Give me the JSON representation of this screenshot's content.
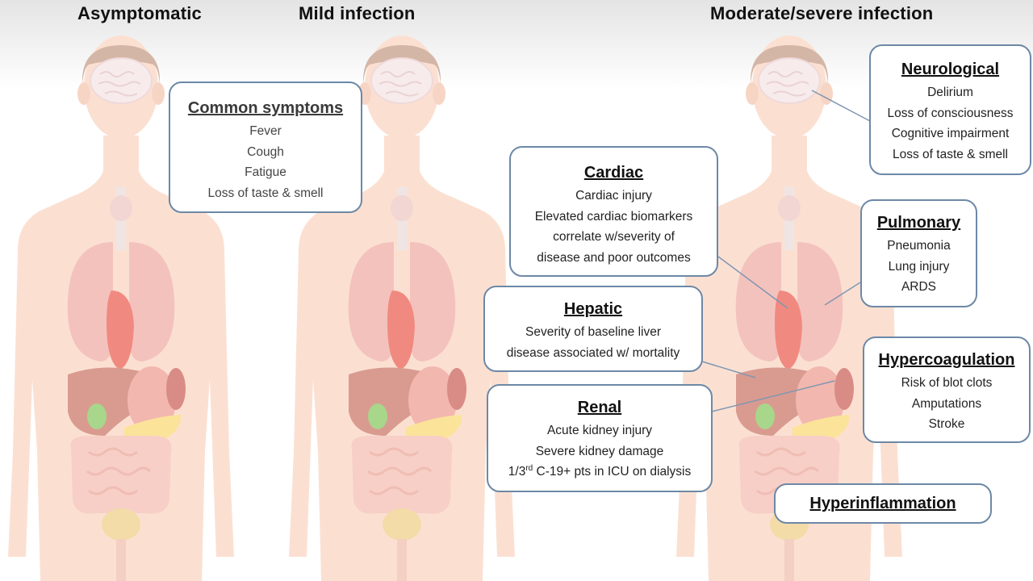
{
  "headings": {
    "asymptomatic": "Asymptomatic",
    "mild": "Mild infection",
    "severe": "Moderate/severe infection"
  },
  "boxes": {
    "common": {
      "title": "Common symptoms",
      "lines": [
        "Fever",
        "Cough",
        "Fatigue",
        "Loss of taste & smell"
      ]
    },
    "cardiac": {
      "title": "Cardiac",
      "lines": [
        "Cardiac injury",
        "Elevated cardiac biomarkers",
        "correlate w/severity of",
        "disease and poor outcomes"
      ]
    },
    "hepatic": {
      "title": "Hepatic",
      "lines": [
        "Severity of baseline liver",
        "disease associated w/ mortality"
      ]
    },
    "renal": {
      "title": "Renal",
      "lines": [
        "Acute kidney injury",
        "Severe kidney damage"
      ],
      "last_line_prefix": "1/3",
      "last_line_sup": "rd",
      "last_line_suffix": " C-19+ pts in ICU on dialysis"
    },
    "neurological": {
      "title": "Neurological",
      "lines": [
        "Delirium",
        "Loss of consciousness",
        "Cognitive impairment",
        "Loss of taste & smell"
      ]
    },
    "pulmonary": {
      "title": "Pulmonary",
      "lines": [
        "Pneumonia",
        "Lung injury",
        "ARDS"
      ]
    },
    "hypercoagulation": {
      "title": "Hypercoagulation",
      "lines": [
        "Risk of blot clots",
        "Amputations",
        "Stroke"
      ]
    },
    "hyperinflammation": {
      "title": "Hyperinflammation"
    }
  },
  "colors": {
    "box_border": "#6d88a6",
    "skin": "#fbe0d2",
    "hair": "#d4b6a6",
    "brain": "#f7ebeb",
    "lung": "#f4c2bd",
    "heart": "#f08a80",
    "liver": "#d99b90",
    "gallbladder": "#a8d68a",
    "pancreas": "#fbe39a",
    "intestine": "#f7cfc6"
  }
}
